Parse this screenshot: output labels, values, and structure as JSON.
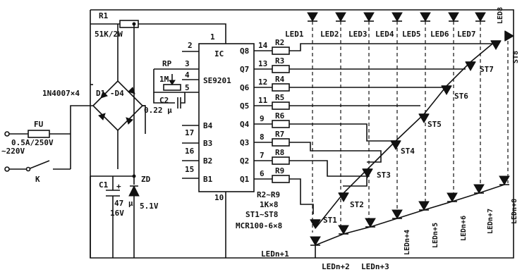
{
  "components": {
    "r1": {
      "ref": "R1",
      "value": "51K/2W"
    },
    "bridge": {
      "part": "1N4007×4",
      "refs": "D1 -D4"
    },
    "fuse": {
      "ref": "FU",
      "rating": "0.5A/250V"
    },
    "mains": "~220V",
    "switch": "K",
    "rp": {
      "ref": "RP",
      "value": "1M"
    },
    "c2": {
      "ref": "C2",
      "value": "0.22 μ"
    },
    "c1": {
      "ref": "C1",
      "value": "47 μ",
      "voltage": "16V",
      "plus": "+"
    },
    "zd": {
      "ref": "ZD",
      "value": "5.1V"
    }
  },
  "ic": {
    "label": "IC",
    "part": "SE9201",
    "left_pins": [
      {
        "num": "1",
        "name": ""
      },
      {
        "num": "2",
        "name": ""
      },
      {
        "num": "3",
        "name": ""
      },
      {
        "num": "4",
        "name": ""
      },
      {
        "num": "5",
        "name": ""
      },
      {
        "num": "17",
        "name": "B4"
      },
      {
        "num": "16",
        "name": "B3"
      },
      {
        "num": "15",
        "name": "B2"
      },
      {
        "num": "",
        "name": "B1"
      }
    ],
    "bottom_pin": "10",
    "right_pins": [
      {
        "name": "Q8",
        "num": "14",
        "res": "R2"
      },
      {
        "name": "Q7",
        "num": "13",
        "res": "R3"
      },
      {
        "name": "Q6",
        "num": "12",
        "res": "R4"
      },
      {
        "name": "Q5",
        "num": "11",
        "res": "R5"
      },
      {
        "name": "Q4",
        "num": "9",
        "res": "R6"
      },
      {
        "name": "Q3",
        "num": "8",
        "res": "R7"
      },
      {
        "name": "Q2",
        "num": "7",
        "res": "R8"
      },
      {
        "name": "Q1",
        "num": "6",
        "res": "R9"
      }
    ]
  },
  "notes": {
    "line1": "R2~R9",
    "line2": "1K×8",
    "line3": "ST1~ST8",
    "line4": "MCR100-6×8"
  },
  "top_leds": [
    "LED1",
    "LED2",
    "LED3",
    "LED4",
    "LED5",
    "LED6",
    "LED7",
    "LED8"
  ],
  "thyristors": [
    "ST1",
    "ST2",
    "ST3",
    "ST4",
    "ST5",
    "ST6",
    "ST7",
    "ST8"
  ],
  "bottom_leds": [
    "LEDn+1",
    "LEDn+2",
    "LEDn+3",
    "LEDn+4",
    "LEDn+5",
    "LEDn+6",
    "LEDn+7",
    "LEDn+8"
  ]
}
